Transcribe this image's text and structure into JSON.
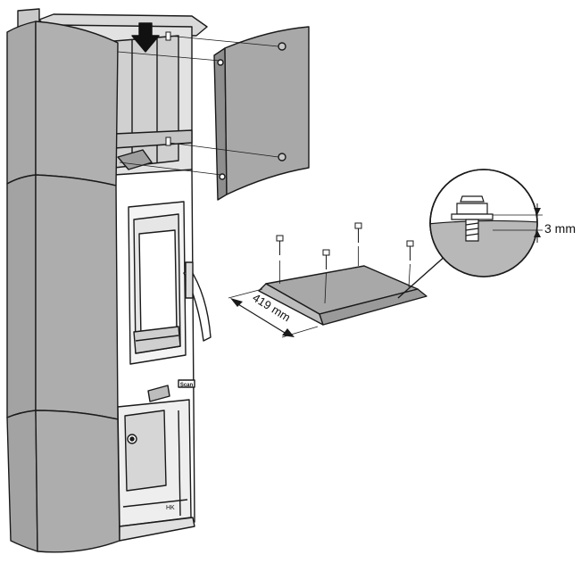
{
  "diagram": {
    "dimensions": {
      "gap": "3 mm",
      "width": "419 mm"
    },
    "stove_marking": "HK",
    "brand_plate": "Scan",
    "colors": {
      "panel": "#a8a8a8",
      "panel_dark": "#8e8e8e",
      "body": "#ffffff",
      "interior": "#dcdcdc",
      "outline": "#1a1a1a",
      "callout_fill": "#b8b8b8"
    }
  }
}
